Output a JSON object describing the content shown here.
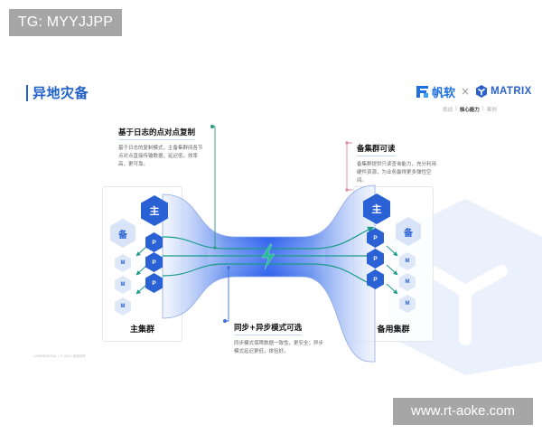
{
  "watermarks": {
    "top": "TG: MYYJJPP",
    "bottom": "www.rt-aoke.com"
  },
  "header": {
    "title": "异地灾备",
    "logos": {
      "left_brand": "帆软",
      "separator": "×",
      "right_brand": "MATRIX"
    },
    "subnav": [
      {
        "label": "挑战",
        "active": false
      },
      {
        "label": "|",
        "active": false
      },
      {
        "label": "核心能力",
        "active": true
      },
      {
        "label": "|",
        "active": false
      },
      {
        "label": "案例",
        "active": false
      }
    ]
  },
  "callouts": {
    "log_replication": {
      "title": "基于日志的点对点复制",
      "body": "基于日志的复制模式，主备集群间各节点对点直接传输数据，延迟低，效率高，更可靠。"
    },
    "standby_readable": {
      "title": "备集群可读",
      "body": "备集群提供只读查询能力，充分利用硬件资源，为业务赢得更多弹性空间。"
    },
    "sync_async": {
      "title": "同步+异步模式可选",
      "body": "同步模式保障数据一致性，更安全；异步模式延迟更低，体验好。"
    }
  },
  "clusters": {
    "primary": {
      "label": "主集群",
      "primary_node": "主",
      "standby_node": "备",
      "p_nodes": [
        "P",
        "P",
        "P"
      ],
      "m_nodes": [
        "M",
        "M",
        "M"
      ]
    },
    "standby": {
      "label": "备用集群",
      "primary_node": "主",
      "standby_node": "备",
      "p_nodes": [
        "P",
        "P",
        "P"
      ],
      "m_nodes": [
        "M",
        "M",
        "M"
      ]
    }
  },
  "icons": {
    "transfer": "lightning-bolt-icon",
    "arrows": "arrow-icon"
  },
  "colors": {
    "brand_blue": "#2a62d6",
    "title_blue": "#1f5fc8",
    "teal_arrow": "#1a9b8a",
    "callout_connector_green": "#2a9d7f",
    "callout_connector_pink": "#d98a9c",
    "callout_connector_blue": "#3d6fd6"
  },
  "footer": {
    "note": "CONFIDENTIAL | © 2021 帆软软件"
  }
}
